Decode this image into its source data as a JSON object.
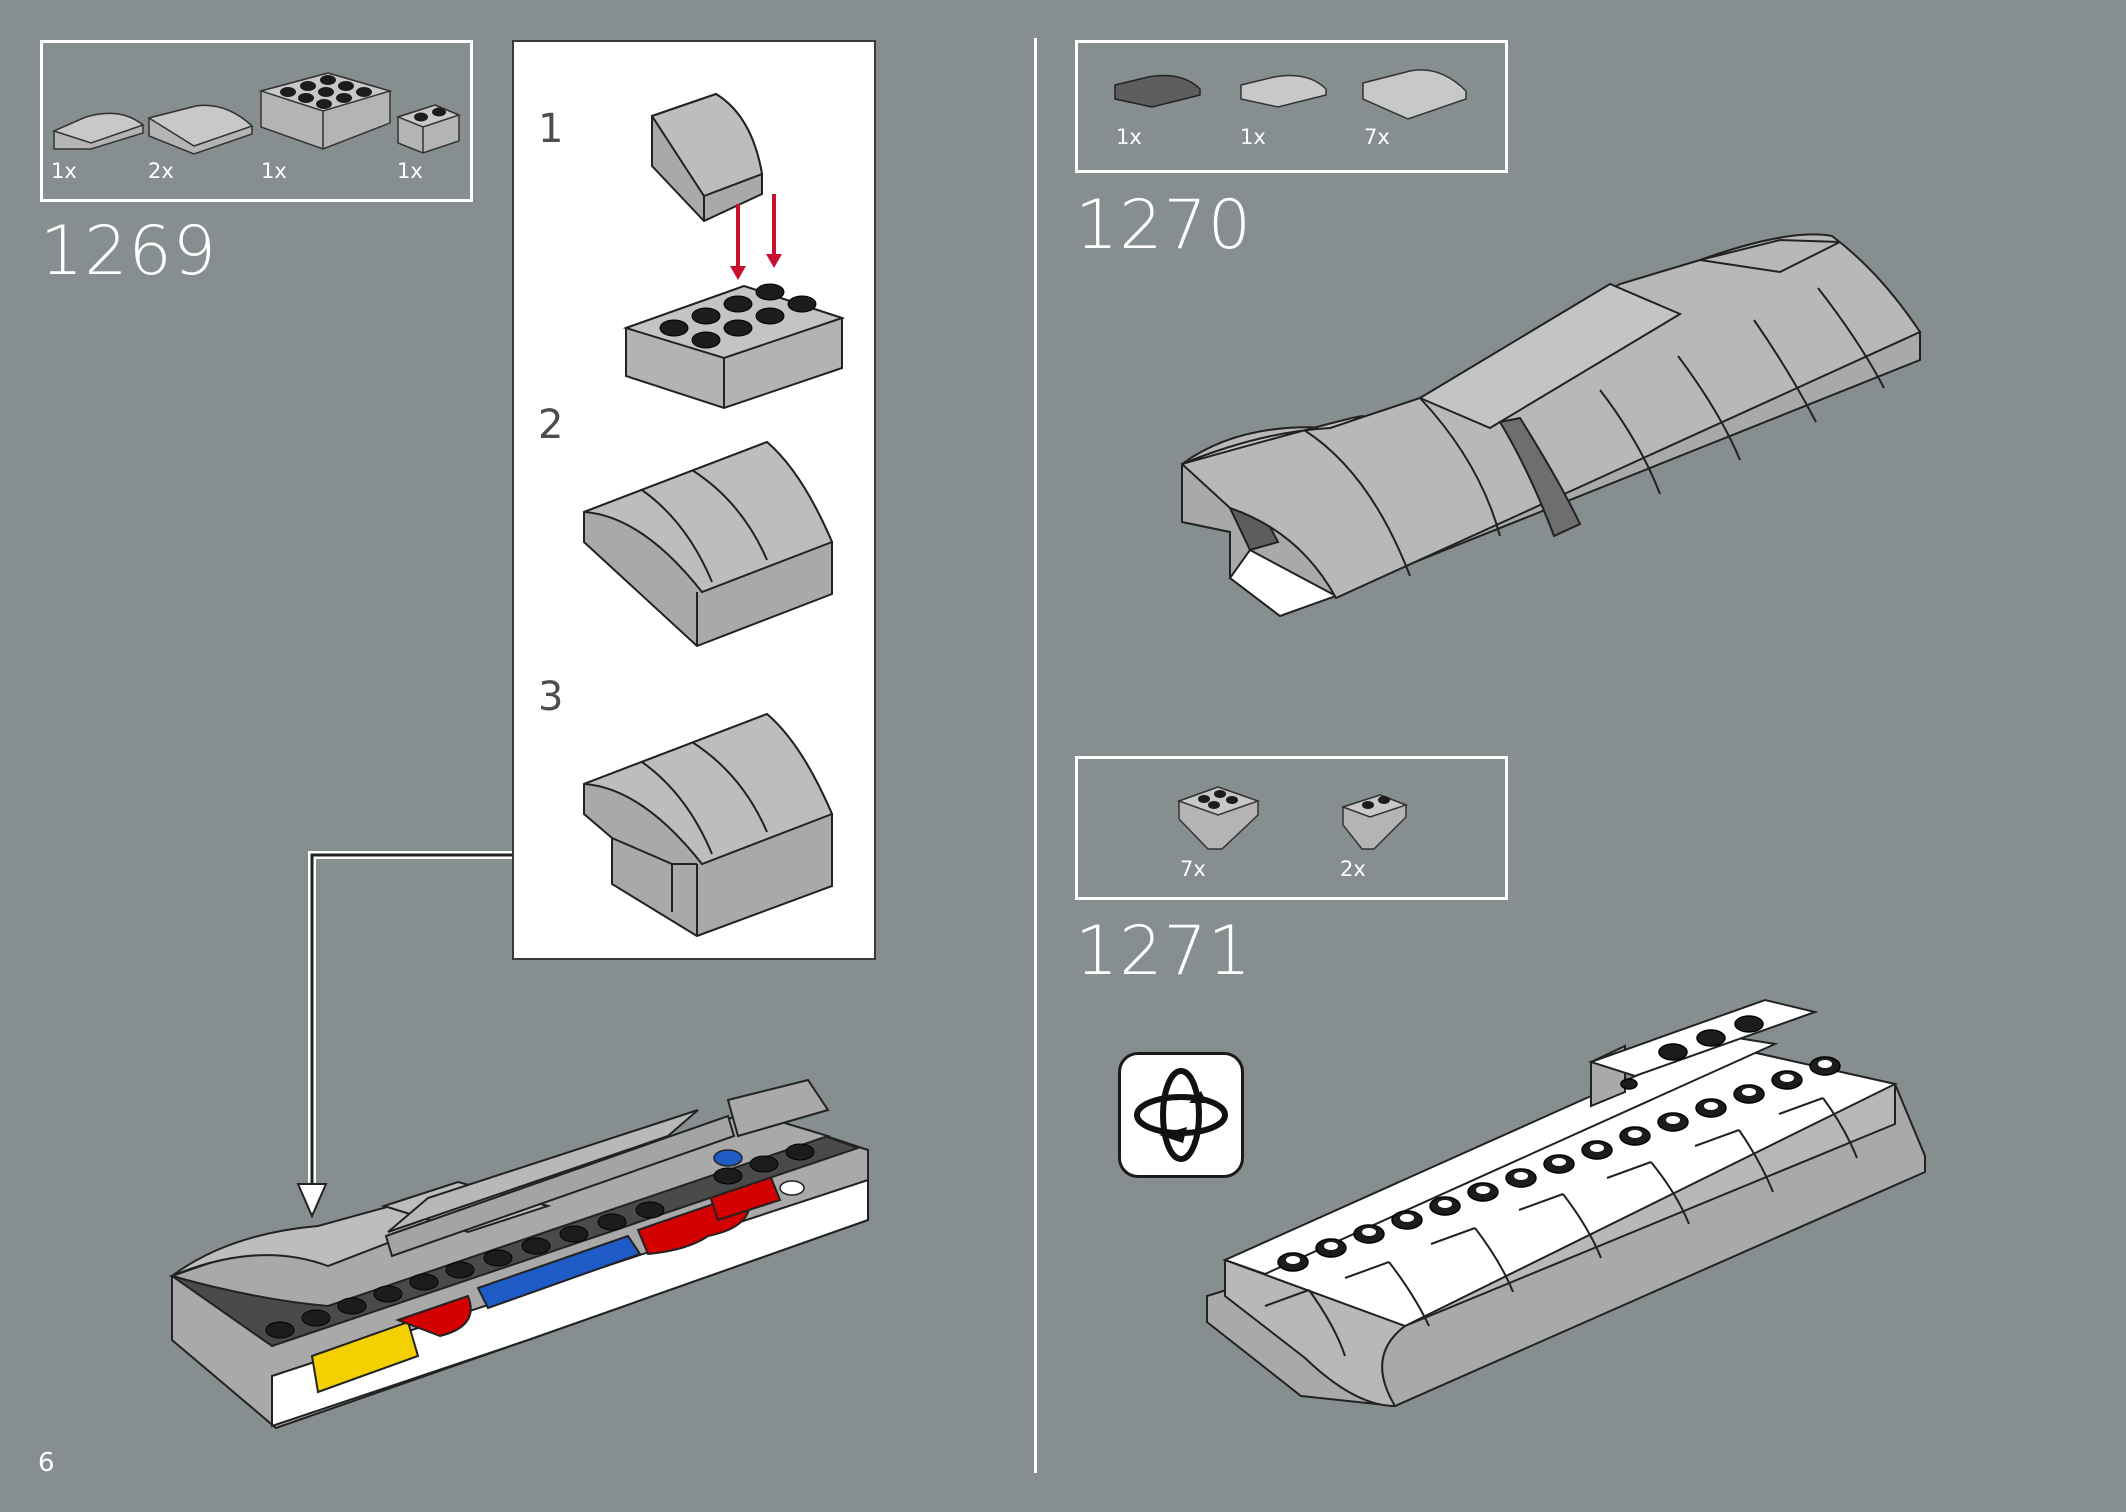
{
  "page_number": "6",
  "left": {
    "step_number": "1269",
    "parts": [
      {
        "name": "curved-slope-small",
        "qty": "1x"
      },
      {
        "name": "curved-slope-large",
        "qty": "2x"
      },
      {
        "name": "brick-2x4",
        "qty": "1x"
      },
      {
        "name": "brick-1x2",
        "qty": "1x"
      }
    ],
    "substeps": [
      "1",
      "2",
      "3"
    ]
  },
  "right_top": {
    "step_number": "1270",
    "parts": [
      {
        "name": "curved-slope-dark",
        "qty": "1x"
      },
      {
        "name": "curved-slope-light-small",
        "qty": "1x"
      },
      {
        "name": "curved-slope-light-large",
        "qty": "7x"
      }
    ]
  },
  "right_bottom": {
    "step_number": "1271",
    "parts": [
      {
        "name": "inverted-slope-2x2",
        "qty": "7x"
      },
      {
        "name": "inverted-slope-1x2",
        "qty": "2x"
      }
    ],
    "icon": "rotate-model-icon"
  },
  "colors": {
    "background": "#868e90",
    "brick_gray": "#b4b4b4",
    "brick_dark": "#5e5e5e",
    "stud_black": "#1c1c1c",
    "arrow_red": "#c8102e",
    "yellow": "#f5d000",
    "blue": "#1e5bc6",
    "red": "#d40000"
  }
}
